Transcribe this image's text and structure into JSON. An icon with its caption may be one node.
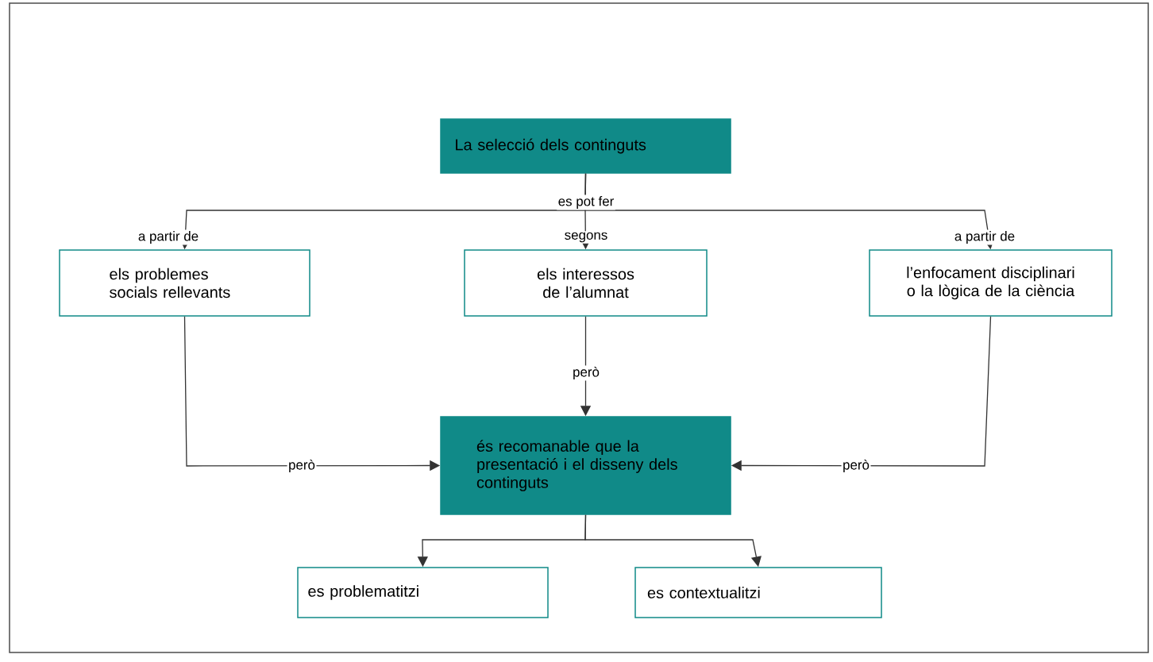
{
  "diagram": {
    "nodes": [
      {
        "text": [
          "La selecció dels continguts"
        ]
      },
      {
        "text": [
          "els problemes socials rellevants"
        ]
      },
      {
        "text": [
          "els interessos de l’alumnat"
        ]
      },
      {
        "text": [
          "l’enfocament disciplinari o la lògica de la ciència"
        ]
      },
      {
        "text": [
          "és recomanable que la presentació i el disseny dels continguts"
        ]
      },
      {
        "text": [
          "es problematitzi"
        ]
      },
      {
        "text": [
          "es contextualitzi"
        ]
      }
    ],
    "edges": [
      {
        "from": 0,
        "to": 1,
        "arrow": "to",
        "label": "a partir de"
      },
      {
        "from": 0,
        "to": 2,
        "arrow": "to",
        "label": "segons"
      },
      {
        "from": 0,
        "to": 3,
        "arrow": "to",
        "label": "a partir de"
      },
      {
        "from": 1,
        "to": 4,
        "arrow": "to",
        "label": "però"
      },
      {
        "from": 2,
        "to": 4,
        "arrow": "to",
        "label": "però"
      },
      {
        "from": 3,
        "to": 4,
        "arrow": "to",
        "label": "però"
      },
      {
        "from": 4,
        "to": 5,
        "arrow": "to"
      },
      {
        "from": 4,
        "to": 6,
        "arrow": "to"
      }
    ],
    "labels": [
      "es pot fer"
    ]
  }
}
